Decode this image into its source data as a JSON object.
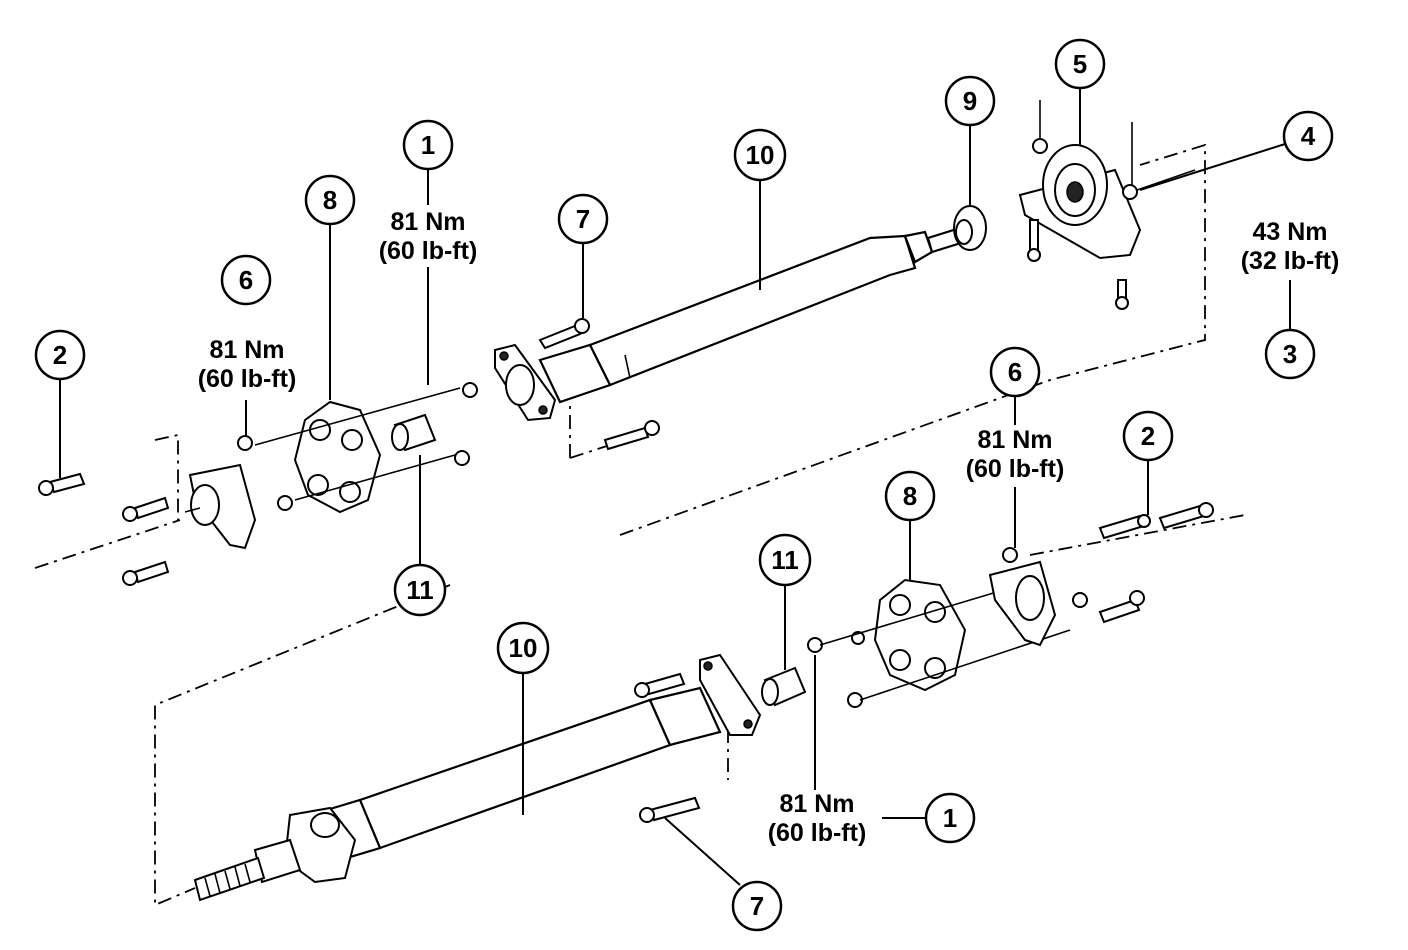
{
  "callouts": [
    {
      "id": "c1-upper",
      "label": "1"
    },
    {
      "id": "c2-left",
      "label": "2"
    },
    {
      "id": "c3",
      "label": "3"
    },
    {
      "id": "c4",
      "label": "4"
    },
    {
      "id": "c5",
      "label": "5"
    },
    {
      "id": "c6-upper",
      "label": "6"
    },
    {
      "id": "c7-upper",
      "label": "7"
    },
    {
      "id": "c8-upper",
      "label": "8"
    },
    {
      "id": "c9",
      "label": "9"
    },
    {
      "id": "c10-upper",
      "label": "10"
    },
    {
      "id": "c11-upper",
      "label": "11"
    },
    {
      "id": "c6-lower",
      "label": "6"
    },
    {
      "id": "c2-right",
      "label": "2"
    },
    {
      "id": "c8-lower",
      "label": "8"
    },
    {
      "id": "c11-lower",
      "label": "11"
    },
    {
      "id": "c10-lower",
      "label": "10"
    },
    {
      "id": "c1-lower",
      "label": "1"
    },
    {
      "id": "c7-lower",
      "label": "7"
    }
  ],
  "torque_specs": [
    {
      "id": "t1-upper",
      "metric": "81 Nm",
      "imperial": "(60 lb-ft)"
    },
    {
      "id": "t6-upper",
      "metric": "81 Nm",
      "imperial": "(60 lb-ft)"
    },
    {
      "id": "t3",
      "metric": "43 Nm",
      "imperial": "(32 lb-ft)"
    },
    {
      "id": "t6-lower",
      "metric": "81 Nm",
      "imperial": "(60 lb-ft)"
    },
    {
      "id": "t1-lower",
      "metric": "81 Nm",
      "imperial": "(60 lb-ft)"
    }
  ],
  "colors": {
    "ink": "#000000",
    "paper": "#ffffff"
  }
}
